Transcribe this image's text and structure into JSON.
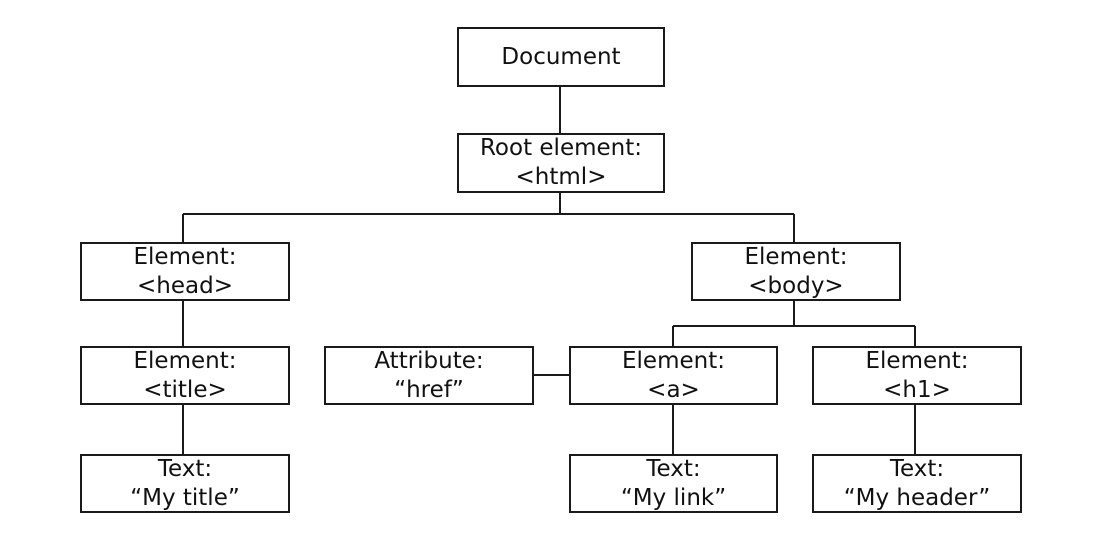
{
  "nodes": {
    "document": {
      "line1": "Document",
      "line2": ""
    },
    "root": {
      "line1": "Root element:",
      "line2": "<html>"
    },
    "head": {
      "line1": "Element:",
      "line2": "<head>"
    },
    "body": {
      "line1": "Element:",
      "line2": "<body>"
    },
    "title": {
      "line1": "Element:",
      "line2": "<title>"
    },
    "attribute": {
      "line1": "Attribute:",
      "line2": "“href”"
    },
    "a": {
      "line1": "Element:",
      "line2": "<a>"
    },
    "h1": {
      "line1": "Element:",
      "line2": "<h1>"
    },
    "text_title": {
      "line1": "Text:",
      "line2": "“My title”"
    },
    "text_link": {
      "line1": "Text:",
      "line2": "“My link”"
    },
    "text_header": {
      "line1": "Text:",
      "line2": "“My header”"
    }
  },
  "colors": {
    "line": "#1a1a1a",
    "box_border": "#1a1a1a",
    "background": "#ffffff"
  }
}
